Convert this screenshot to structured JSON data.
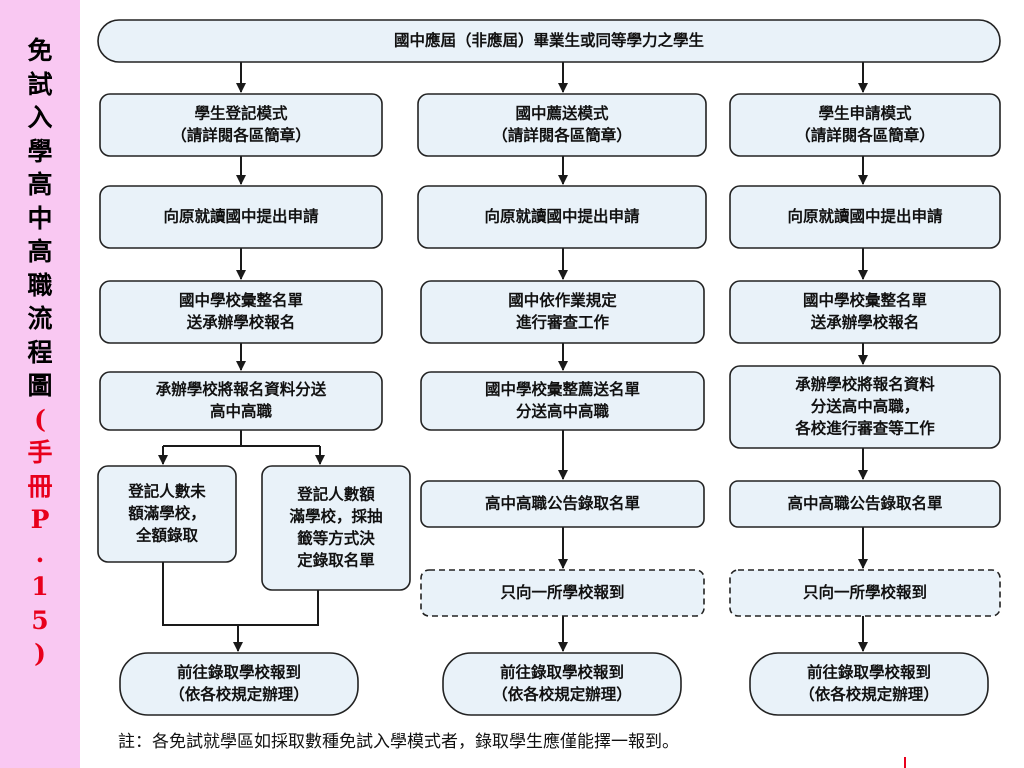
{
  "sidebar": {
    "title_chars": [
      "免",
      "試",
      "入",
      "學",
      "高",
      "中",
      "高",
      "職",
      "流",
      "程",
      "圖"
    ],
    "note_chars": [
      "(",
      "手",
      "冊",
      "P",
      ".",
      "1",
      "5",
      ")"
    ]
  },
  "flow": {
    "top": "國中應屆（非應屆）畢業生或同等學力之學生",
    "col1": {
      "mode": [
        "學生登記模式",
        "（請詳閱各區簡章）"
      ],
      "apply": [
        "向原就讀國中提出申請"
      ],
      "compile": [
        "國中學校彙整名單",
        "送承辦學校報名"
      ],
      "distribute": [
        "承辦學校將報名資料分送",
        "高中高職"
      ],
      "branch_a": [
        "登記人數未",
        "額滿學校，",
        "全額錄取"
      ],
      "branch_b": [
        "登記人數額",
        "滿學校，採抽",
        "籤等方式決",
        "定錄取名單"
      ],
      "final": [
        "前往錄取學校報到",
        "（依各校規定辦理）"
      ]
    },
    "col2": {
      "mode": [
        "國中薦送模式",
        "（請詳閱各區簡章）"
      ],
      "apply": [
        "向原就讀國中提出申請"
      ],
      "review": [
        "國中依作業規定",
        "進行審查工作"
      ],
      "compile": [
        "國中學校彙整薦送名單",
        "分送高中高職"
      ],
      "announce": [
        "高中高職公告錄取名單"
      ],
      "report_one": [
        "只向一所學校報到"
      ],
      "final": [
        "前往錄取學校報到",
        "（依各校規定辦理）"
      ]
    },
    "col3": {
      "mode": [
        "學生申請模式",
        "（請詳閱各區簡章）"
      ],
      "apply": [
        "向原就讀國中提出申請"
      ],
      "compile": [
        "國中學校彙整名單",
        "送承辦學校報名"
      ],
      "distribute": [
        "承辦學校將報名資料",
        "分送高中高職，",
        "各校進行審查等工作"
      ],
      "announce": [
        "高中高職公告錄取名單"
      ],
      "report_one": [
        "只向一所學校報到"
      ],
      "final": [
        "前往錄取學校報到",
        "（依各校規定辦理）"
      ]
    }
  },
  "note": "註：各免試就學區如採取數種免試入學模式者，錄取學生應僅能擇一報到。"
}
